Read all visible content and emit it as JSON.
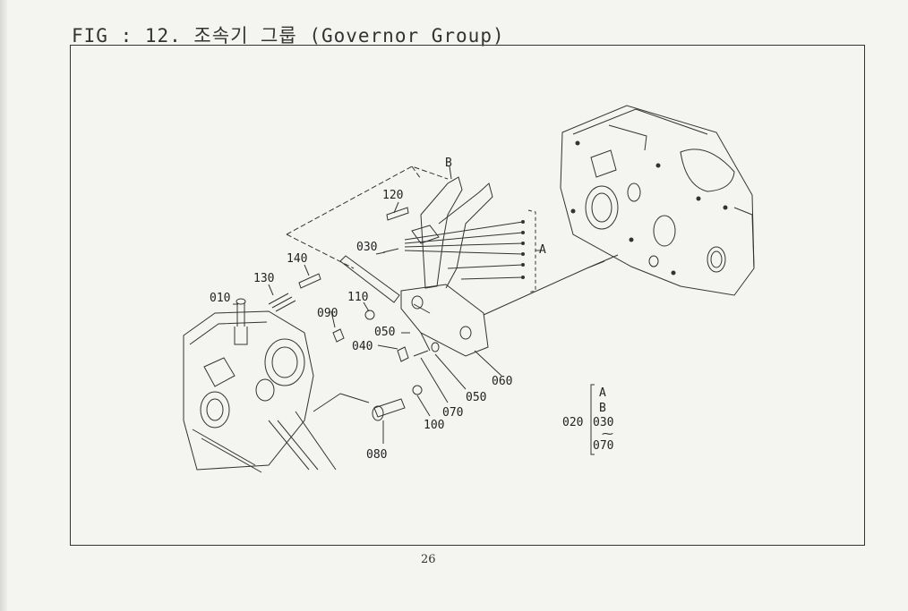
{
  "header": {
    "title": "FIG : 12. 조속기 그룹 (Governor Group)"
  },
  "diagram": {
    "callouts": {
      "p010": "010",
      "p030": "030",
      "p040": "040",
      "p050a": "050",
      "p050b": "050",
      "p060": "060",
      "p070": "070",
      "p080": "080",
      "p090": "090",
      "p100": "100",
      "p110": "110",
      "p120": "120",
      "p130": "130",
      "p140": "140",
      "groupA": "A",
      "groupB": "B"
    },
    "legend": {
      "a": "A",
      "b": "B",
      "p020": "020",
      "p030": "030",
      "p070": "070"
    }
  },
  "footer": {
    "page_number": "26"
  }
}
